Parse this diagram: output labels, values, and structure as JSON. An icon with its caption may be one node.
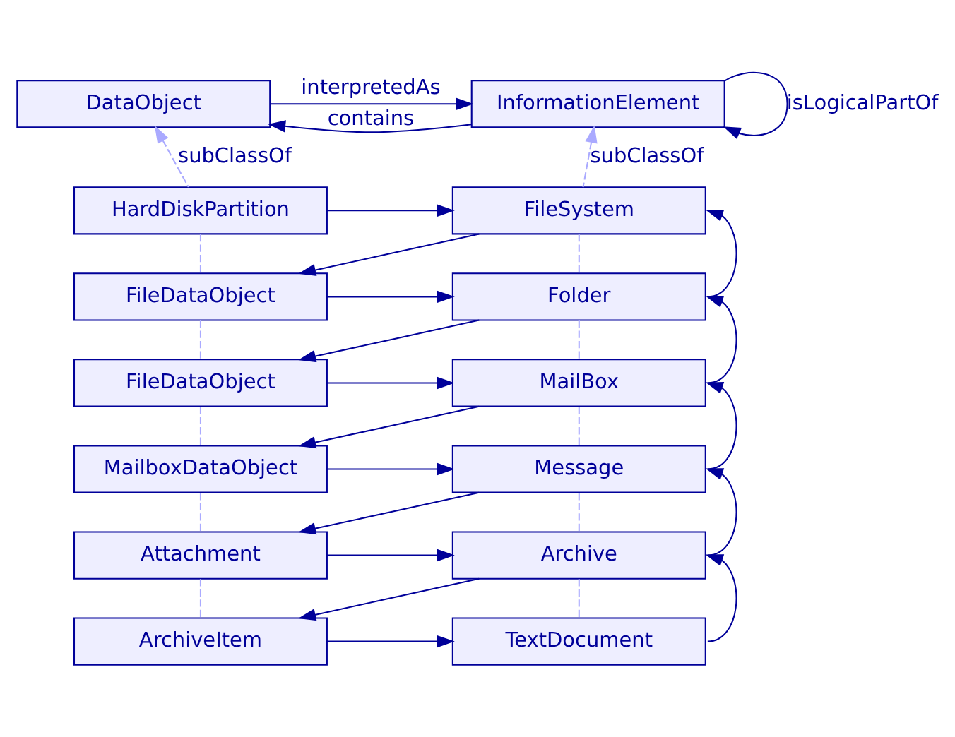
{
  "diagram": {
    "nodes": [
      {
        "text": [
          "DataObject"
        ]
      },
      {
        "text": [
          "InformationElement"
        ]
      },
      {
        "text": [
          "HardDiskPartition"
        ]
      },
      {
        "text": [
          "FileSystem"
        ]
      },
      {
        "text": [
          "FileDataObject"
        ]
      },
      {
        "text": [
          "Folder"
        ]
      },
      {
        "text": [
          "FileDataObject"
        ]
      },
      {
        "text": [
          "MailBox"
        ]
      },
      {
        "text": [
          "MailboxDataObject"
        ]
      },
      {
        "text": [
          "Message"
        ]
      },
      {
        "text": [
          "Attachment"
        ]
      },
      {
        "text": [
          "Archive"
        ]
      },
      {
        "text": [
          "ArchiveItem"
        ]
      },
      {
        "text": [
          "TextDocument"
        ]
      }
    ],
    "edges": [
      {
        "from": 0,
        "to": 1,
        "arrow": "to",
        "label": "interpretedAs"
      },
      {
        "from": 1,
        "to": 0,
        "arrow": "to",
        "label": "contains"
      },
      {
        "from": 1,
        "to": 1,
        "arrow": "to",
        "label": "isLogicalPartOf"
      },
      {
        "from": 2,
        "to": 0,
        "arrow": "to",
        "label": "subClassOf",
        "style": "dashed",
        "color": "#aaaaff"
      },
      {
        "from": 3,
        "to": 1,
        "arrow": "to",
        "label": "subClassOf",
        "style": "dashed",
        "color": "#aaaaff"
      },
      {
        "from": 2,
        "to": 4,
        "arrow": "none",
        "style": "dashed",
        "color": "#aaaaff"
      },
      {
        "from": 4,
        "to": 6,
        "arrow": "none",
        "style": "dashed",
        "color": "#aaaaff"
      },
      {
        "from": 6,
        "to": 8,
        "arrow": "none",
        "style": "dashed",
        "color": "#aaaaff"
      },
      {
        "from": 8,
        "to": 10,
        "arrow": "none",
        "style": "dashed",
        "color": "#aaaaff"
      },
      {
        "from": 10,
        "to": 12,
        "arrow": "none",
        "style": "dashed",
        "color": "#aaaaff"
      },
      {
        "from": 3,
        "to": 5,
        "arrow": "none",
        "style": "dashed",
        "color": "#aaaaff"
      },
      {
        "from": 5,
        "to": 7,
        "arrow": "none",
        "style": "dashed",
        "color": "#aaaaff"
      },
      {
        "from": 7,
        "to": 9,
        "arrow": "none",
        "style": "dashed",
        "color": "#aaaaff"
      },
      {
        "from": 9,
        "to": 11,
        "arrow": "none",
        "style": "dashed",
        "color": "#aaaaff"
      },
      {
        "from": 11,
        "to": 13,
        "arrow": "none",
        "style": "dashed",
        "color": "#aaaaff"
      },
      {
        "from": 2,
        "to": 3,
        "arrow": "to"
      },
      {
        "from": 3,
        "to": 4,
        "arrow": "to"
      },
      {
        "from": 4,
        "to": 5,
        "arrow": "to"
      },
      {
        "from": 5,
        "to": 6,
        "arrow": "to"
      },
      {
        "from": 6,
        "to": 7,
        "arrow": "to"
      },
      {
        "from": 7,
        "to": 8,
        "arrow": "to"
      },
      {
        "from": 8,
        "to": 9,
        "arrow": "to"
      },
      {
        "from": 9,
        "to": 10,
        "arrow": "to"
      },
      {
        "from": 10,
        "to": 11,
        "arrow": "to"
      },
      {
        "from": 11,
        "to": 12,
        "arrow": "to"
      },
      {
        "from": 12,
        "to": 13,
        "arrow": "to"
      },
      {
        "from": 5,
        "to": 3,
        "arrow": "to"
      },
      {
        "from": 7,
        "to": 5,
        "arrow": "to"
      },
      {
        "from": 9,
        "to": 7,
        "arrow": "to"
      },
      {
        "from": 11,
        "to": 9,
        "arrow": "to"
      },
      {
        "from": 13,
        "to": 11,
        "arrow": "to"
      }
    ]
  }
}
